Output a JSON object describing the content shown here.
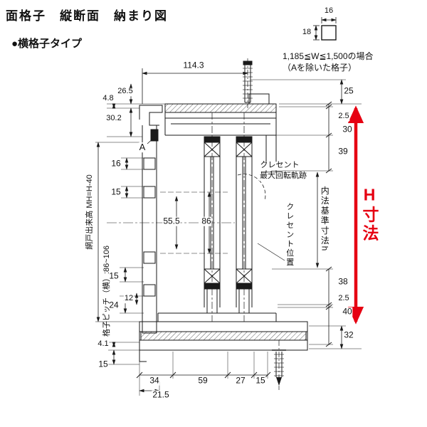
{
  "colors": {
    "line": "#1a1a1a",
    "accent_red": "#e60012"
  },
  "header": {
    "title": "面格子　縦断面　納まり図",
    "subtitle": "●横格子タイプ"
  },
  "note": {
    "dim_width": "16",
    "dim_height": "18",
    "line1": "1,185≦W≦1,500の場合",
    "line2": "（Aを除いた格子）"
  },
  "labels": {
    "detail_a": "A",
    "crescent_line1": "クレセント",
    "crescent_line2": "最大回転軌跡",
    "crescent_position": "クレセント位置",
    "inner_standard": "内法基準寸法h",
    "h_dimension": "H寸法",
    "screen_height": "網戸出来高 MH=H-40",
    "lattice_pitch": "格子ピッチ（横）:86~106"
  },
  "dims": {
    "top_width": "114.3",
    "d4_8": "4.8",
    "d26_5": "26.5",
    "d30_2": "30.2",
    "d16": "16",
    "d15_upper": "15",
    "d55_5": "55.5",
    "d86": "86",
    "d15_mid": "15",
    "d24": "24",
    "d12": "12",
    "d4_1": "4.1",
    "d15_left_bottom": "15",
    "d34": "34",
    "d21_5": "21.5",
    "d59": "59",
    "d27": "27",
    "d15_bottom": "15",
    "d25": "25",
    "d2_5_top": "2.5",
    "d30": "30",
    "d39": "39",
    "d38": "38",
    "d2_5_bottom": "2.5",
    "d40": "40",
    "d32": "32"
  }
}
